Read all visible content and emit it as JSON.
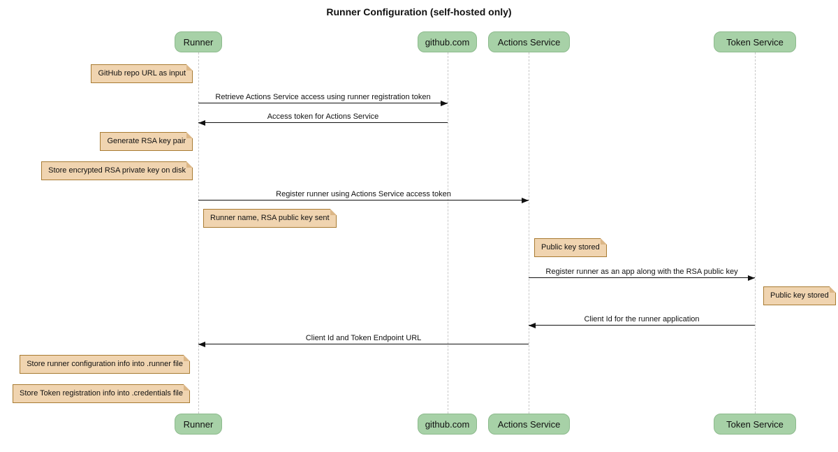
{
  "title": "Runner Configuration (self-hosted only)",
  "diagram_type": "sequence",
  "participants": [
    {
      "id": "runner",
      "name": "Runner"
    },
    {
      "id": "github",
      "name": "github.com"
    },
    {
      "id": "actions-service",
      "name": "Actions Service"
    },
    {
      "id": "token-service",
      "name": "Token Service"
    }
  ],
  "messages": [
    {
      "from": "Runner",
      "to": "github.com",
      "label": "Retrieve Actions Service access using runner registration token"
    },
    {
      "from": "github.com",
      "to": "Runner",
      "label": "Access token for Actions Service"
    },
    {
      "from": "Runner",
      "to": "Actions Service",
      "label": "Register runner using Actions Service access token"
    },
    {
      "from": "Actions Service",
      "to": "Token Service",
      "label": "Register runner as an app along with the RSA public key"
    },
    {
      "from": "Token Service",
      "to": "Actions Service",
      "label": "Client Id for the runner application"
    },
    {
      "from": "Actions Service",
      "to": "Runner",
      "label": "Client Id and Token Endpoint URL"
    }
  ],
  "notes": [
    {
      "text": "GitHub repo URL as input",
      "position": "left of Runner"
    },
    {
      "text": "Generate RSA key pair",
      "position": "left of Runner"
    },
    {
      "text": "Store encrypted RSA private key on disk",
      "position": "left of Runner"
    },
    {
      "text": "Runner name, RSA public key sent",
      "position": "right of Runner"
    },
    {
      "text": "Public key stored",
      "position": "right of Actions Service"
    },
    {
      "text": "Public key stored",
      "position": "right of Token Service"
    },
    {
      "text": "Store runner configuration info into .runner file",
      "position": "left of Runner"
    },
    {
      "text": "Store Token registration info into .credentials file",
      "position": "left of Runner"
    }
  ],
  "colors": {
    "background": "#ffffff",
    "text": "#111111",
    "participant_fill": "#a7d1a7",
    "participant_border": "#8cba8c",
    "note_fill": "#f0d4b0",
    "note_border": "#a87b32",
    "note_fold": "#dcb787",
    "lifeline": "#c8c8c8",
    "arrow": "#111111"
  }
}
